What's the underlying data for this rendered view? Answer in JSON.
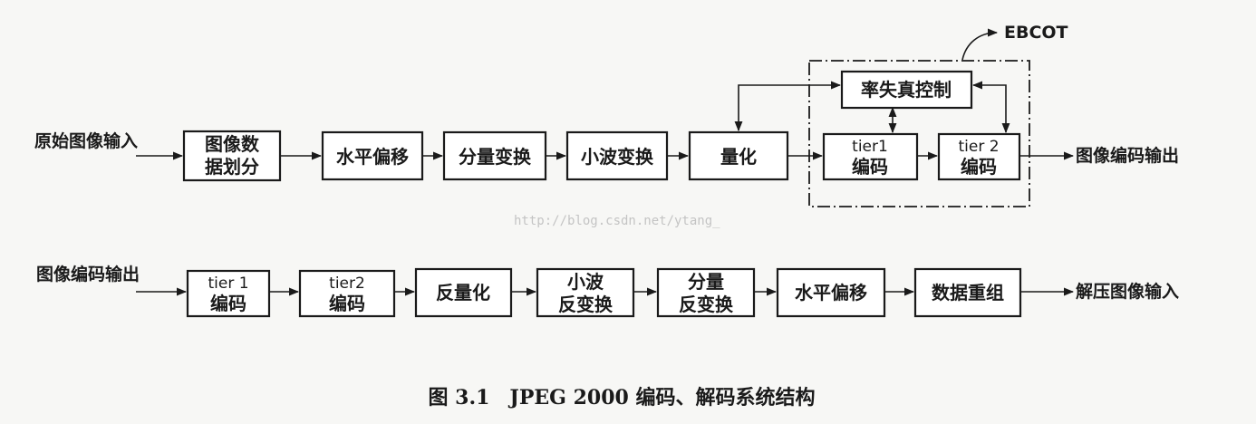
{
  "row1": {
    "input_label": "原始图像输入",
    "output_label": "图像编码输出",
    "blocks": {
      "partition": [
        "图像数",
        "据划分"
      ],
      "dc_shift": "水平偏移",
      "component_transform": "分量变换",
      "wavelet": "小波变换",
      "quantize": "量化",
      "tier1": [
        "tier1",
        "编码"
      ],
      "tier2": [
        "tier 2",
        "编码"
      ]
    },
    "rate_control": "率失真控制",
    "ebcot_label": "EBCOT"
  },
  "watermark": "http://blog.csdn.net/ytang_",
  "row2": {
    "input_label": "图像编码输出",
    "output_label": "解压图像输入",
    "blocks": {
      "tier1": [
        "tier 1",
        "编码"
      ],
      "tier2": [
        "tier2",
        "编码"
      ],
      "dequantize": "反量化",
      "inv_wavelet": [
        "小波",
        "反变换"
      ],
      "inv_component": [
        "分量",
        "反变换"
      ],
      "dc_shift": "水平偏移",
      "reassemble": "数据重组"
    }
  },
  "caption": "图 3.1　JPEG 2000 编码、解码系统结构"
}
